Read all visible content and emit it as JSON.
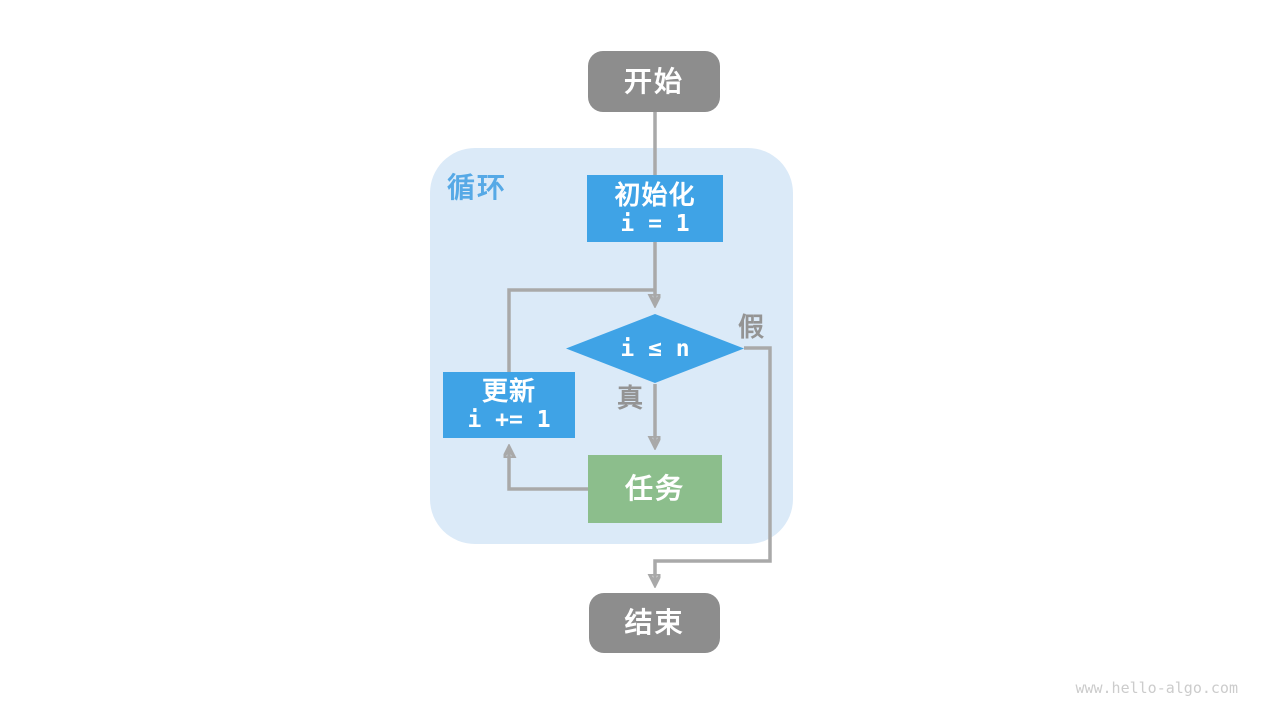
{
  "diagram": {
    "loop": {
      "label": "循环"
    },
    "nodes": {
      "start": {
        "label": "开始"
      },
      "init": {
        "title": "初始化",
        "code": "i = 1"
      },
      "condition": {
        "code": "i ≤ n"
      },
      "update": {
        "title": "更新",
        "code": "i += 1"
      },
      "task": {
        "label": "任务"
      },
      "end": {
        "label": "结束"
      }
    },
    "branches": {
      "true_label": "真",
      "false_label": "假"
    },
    "colors": {
      "process_blue": "#3fa3e6",
      "task_green": "#8cbe8c",
      "terminal_gray": "#8d8d8d",
      "loop_background": "#dbeaf8",
      "loop_label_blue": "#56a9e6",
      "connector_gray": "#a9a9a9",
      "branch_label_gray": "#949494",
      "watermark_gray": "#cccccc"
    },
    "watermark": "www.hello-algo.com"
  }
}
